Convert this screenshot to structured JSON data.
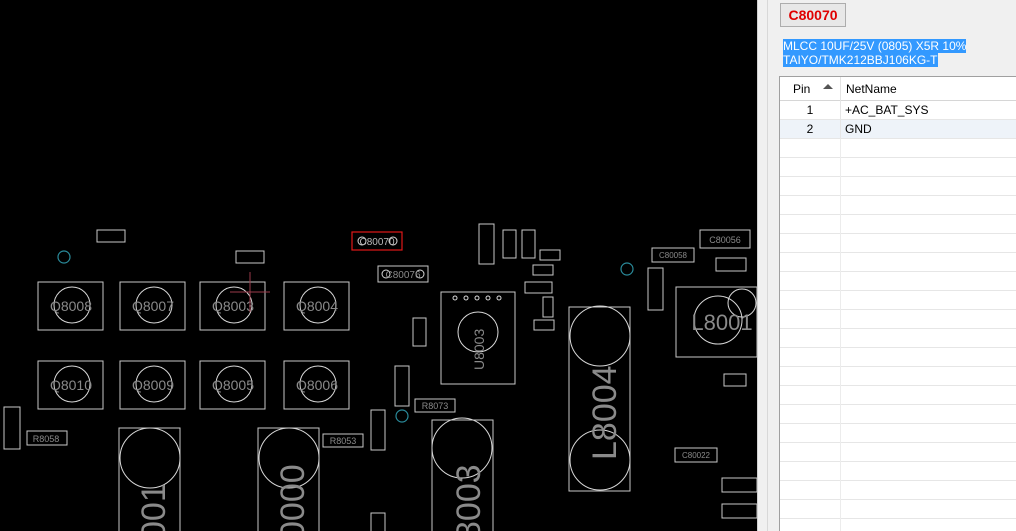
{
  "board": {
    "labels": {
      "q8008": "Q8008",
      "q8007": "Q8007",
      "q8003": "Q8003",
      "q8004": "Q8004",
      "q8010": "Q8010",
      "q8009": "Q8009",
      "q8005": "Q8005",
      "q8006": "Q8006",
      "l8004": "L8004",
      "l8001": "L8001",
      "l8003": "8003",
      "l8000": "0000",
      "l8001b": "001",
      "u8003": "U8003",
      "c80070": "C80070",
      "c80076": "C80076",
      "c80056": "C80056",
      "c80058": "C80058",
      "c80022": "C80022",
      "r8073": "R8073",
      "r8053": "R8053",
      "r8058": "R8058"
    }
  },
  "panel": {
    "part_number": "C80070",
    "description_line1": "MLCC 10UF/25V (0805) X5R 10%",
    "description_line2": "TAIYO/TMK212BBJ106KG-T",
    "grid": {
      "col_pin": "Pin",
      "col_net": "NetName",
      "sort_icon": "sort-ascending-icon",
      "rows": [
        {
          "pin": "1",
          "net": "+AC_BAT_SYS"
        },
        {
          "pin": "2",
          "net": "GND"
        }
      ]
    }
  }
}
